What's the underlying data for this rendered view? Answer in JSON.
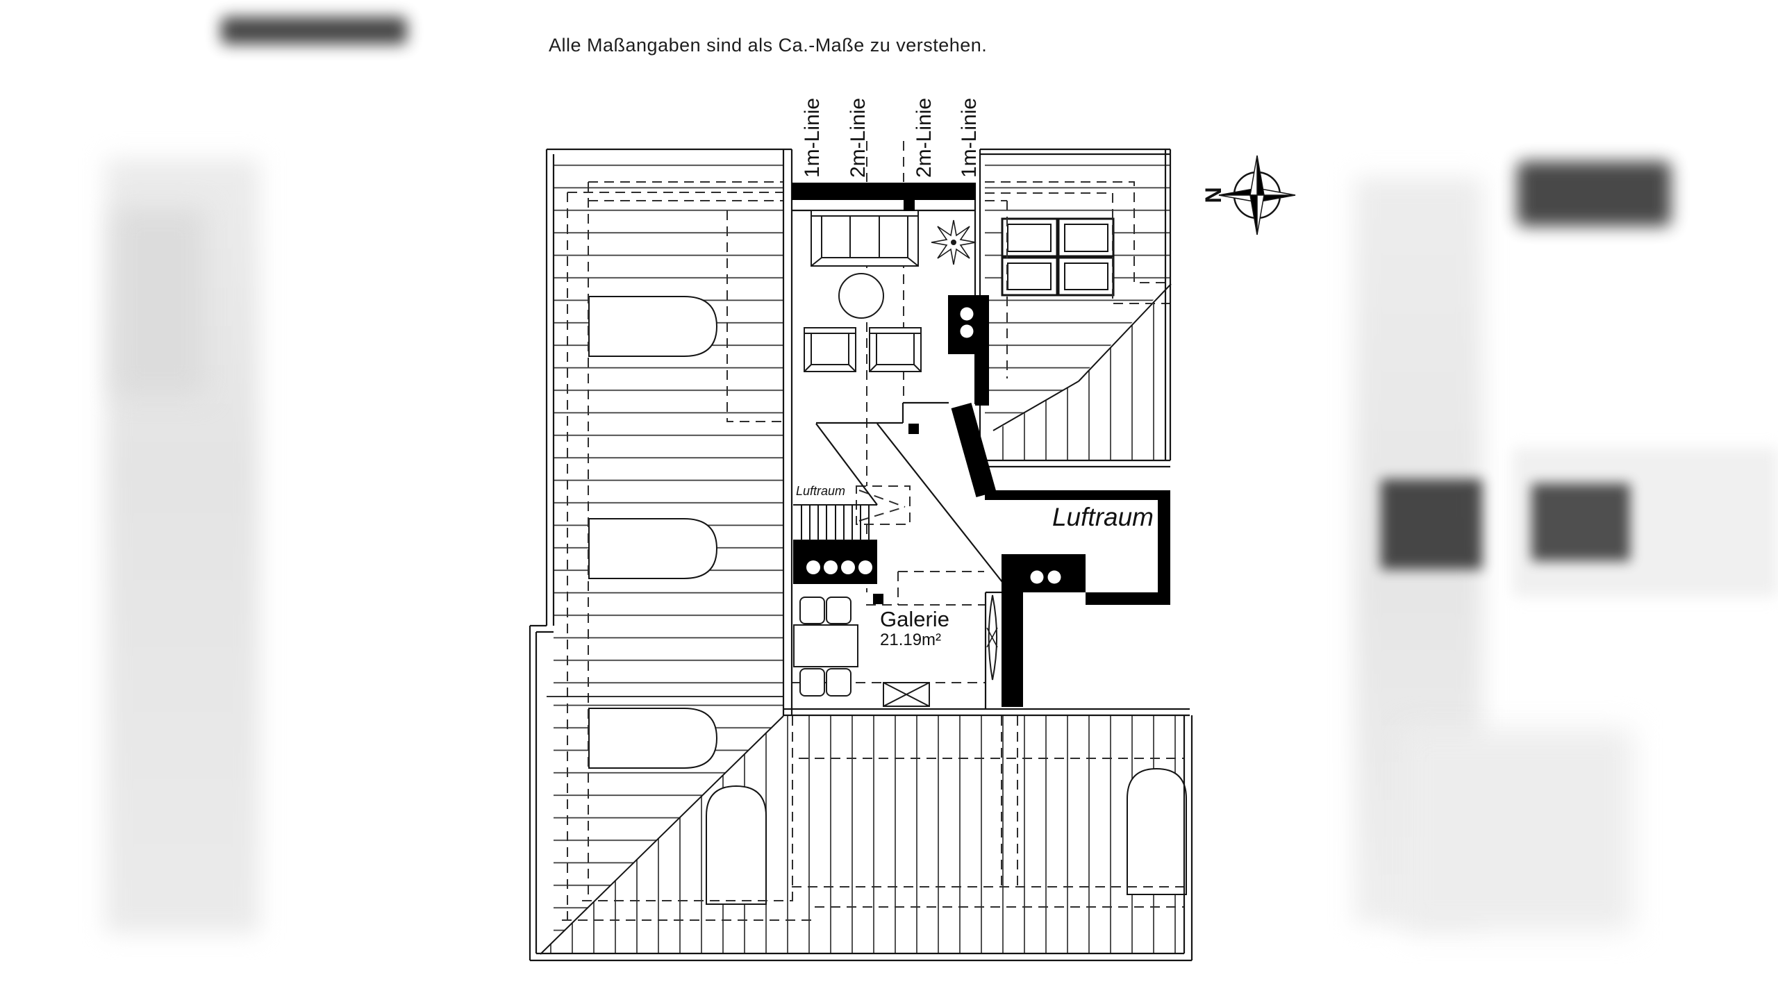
{
  "disclaimer": "Alle Maßangaben sind als Ca.-Maße zu verstehen.",
  "measure_lines": {
    "labels": [
      "1m-Linie",
      "2m-Linie",
      "2m-Linie",
      "1m-Linie"
    ]
  },
  "compass": {
    "north_label": "N"
  },
  "rooms": {
    "galerie": {
      "name": "Galerie",
      "area": "21.19m²"
    },
    "luftraum_main": {
      "name": "Luftraum"
    },
    "luftraum_small": {
      "name": "Luftraum"
    }
  },
  "colors": {
    "background": "#ffffff",
    "line": "#1a1a1a",
    "wall": "#000000"
  }
}
